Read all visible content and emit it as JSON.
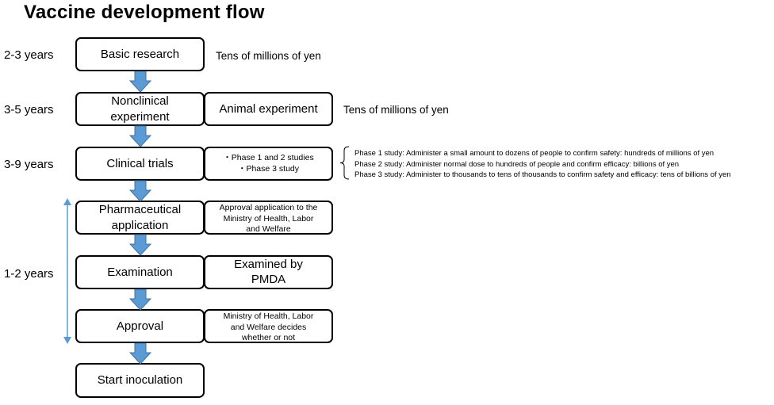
{
  "title": "Vaccine development flow",
  "durations": [
    "2-3 years",
    "3-5 years",
    "3-9 years",
    "1-2 years"
  ],
  "steps": {
    "basic_research": "Basic research",
    "nonclinical": "Nonclinical experiment",
    "clinical": "Clinical trials",
    "application": "Pharmaceutical application",
    "examination": "Examination",
    "approval": "Approval",
    "start": "Start inoculation"
  },
  "side_boxes": {
    "animal": "Animal experiment",
    "clinical_studies_1": "・Phase 1 and 2 studies",
    "clinical_studies_2": "・Phase 3 study",
    "application_note": "Approval application to the Ministry of Health, Labor and Welfare",
    "examined_by": "Examined by PMDA",
    "decides": "Ministry of Health, Labor and Welfare decides whether or not"
  },
  "costs": {
    "basic_research": "Tens of millions of yen",
    "nonclinical": "Tens of millions of yen"
  },
  "phases": [
    "Phase 1 study: Administer a small amount to dozens of people to confirm safety: hundreds of millions of yen",
    "Phase 2 study: Administer normal dose to hundreds of people and confirm efficacy: billions of yen",
    "Phase 3 study: Administer to thousands to tens of thousands to confirm safety and efficacy: tens of billions of yen"
  ],
  "colors": {
    "arrow_fill": "#5B9BD5",
    "arrow_stroke": "#41719C",
    "box_border": "#000000"
  }
}
